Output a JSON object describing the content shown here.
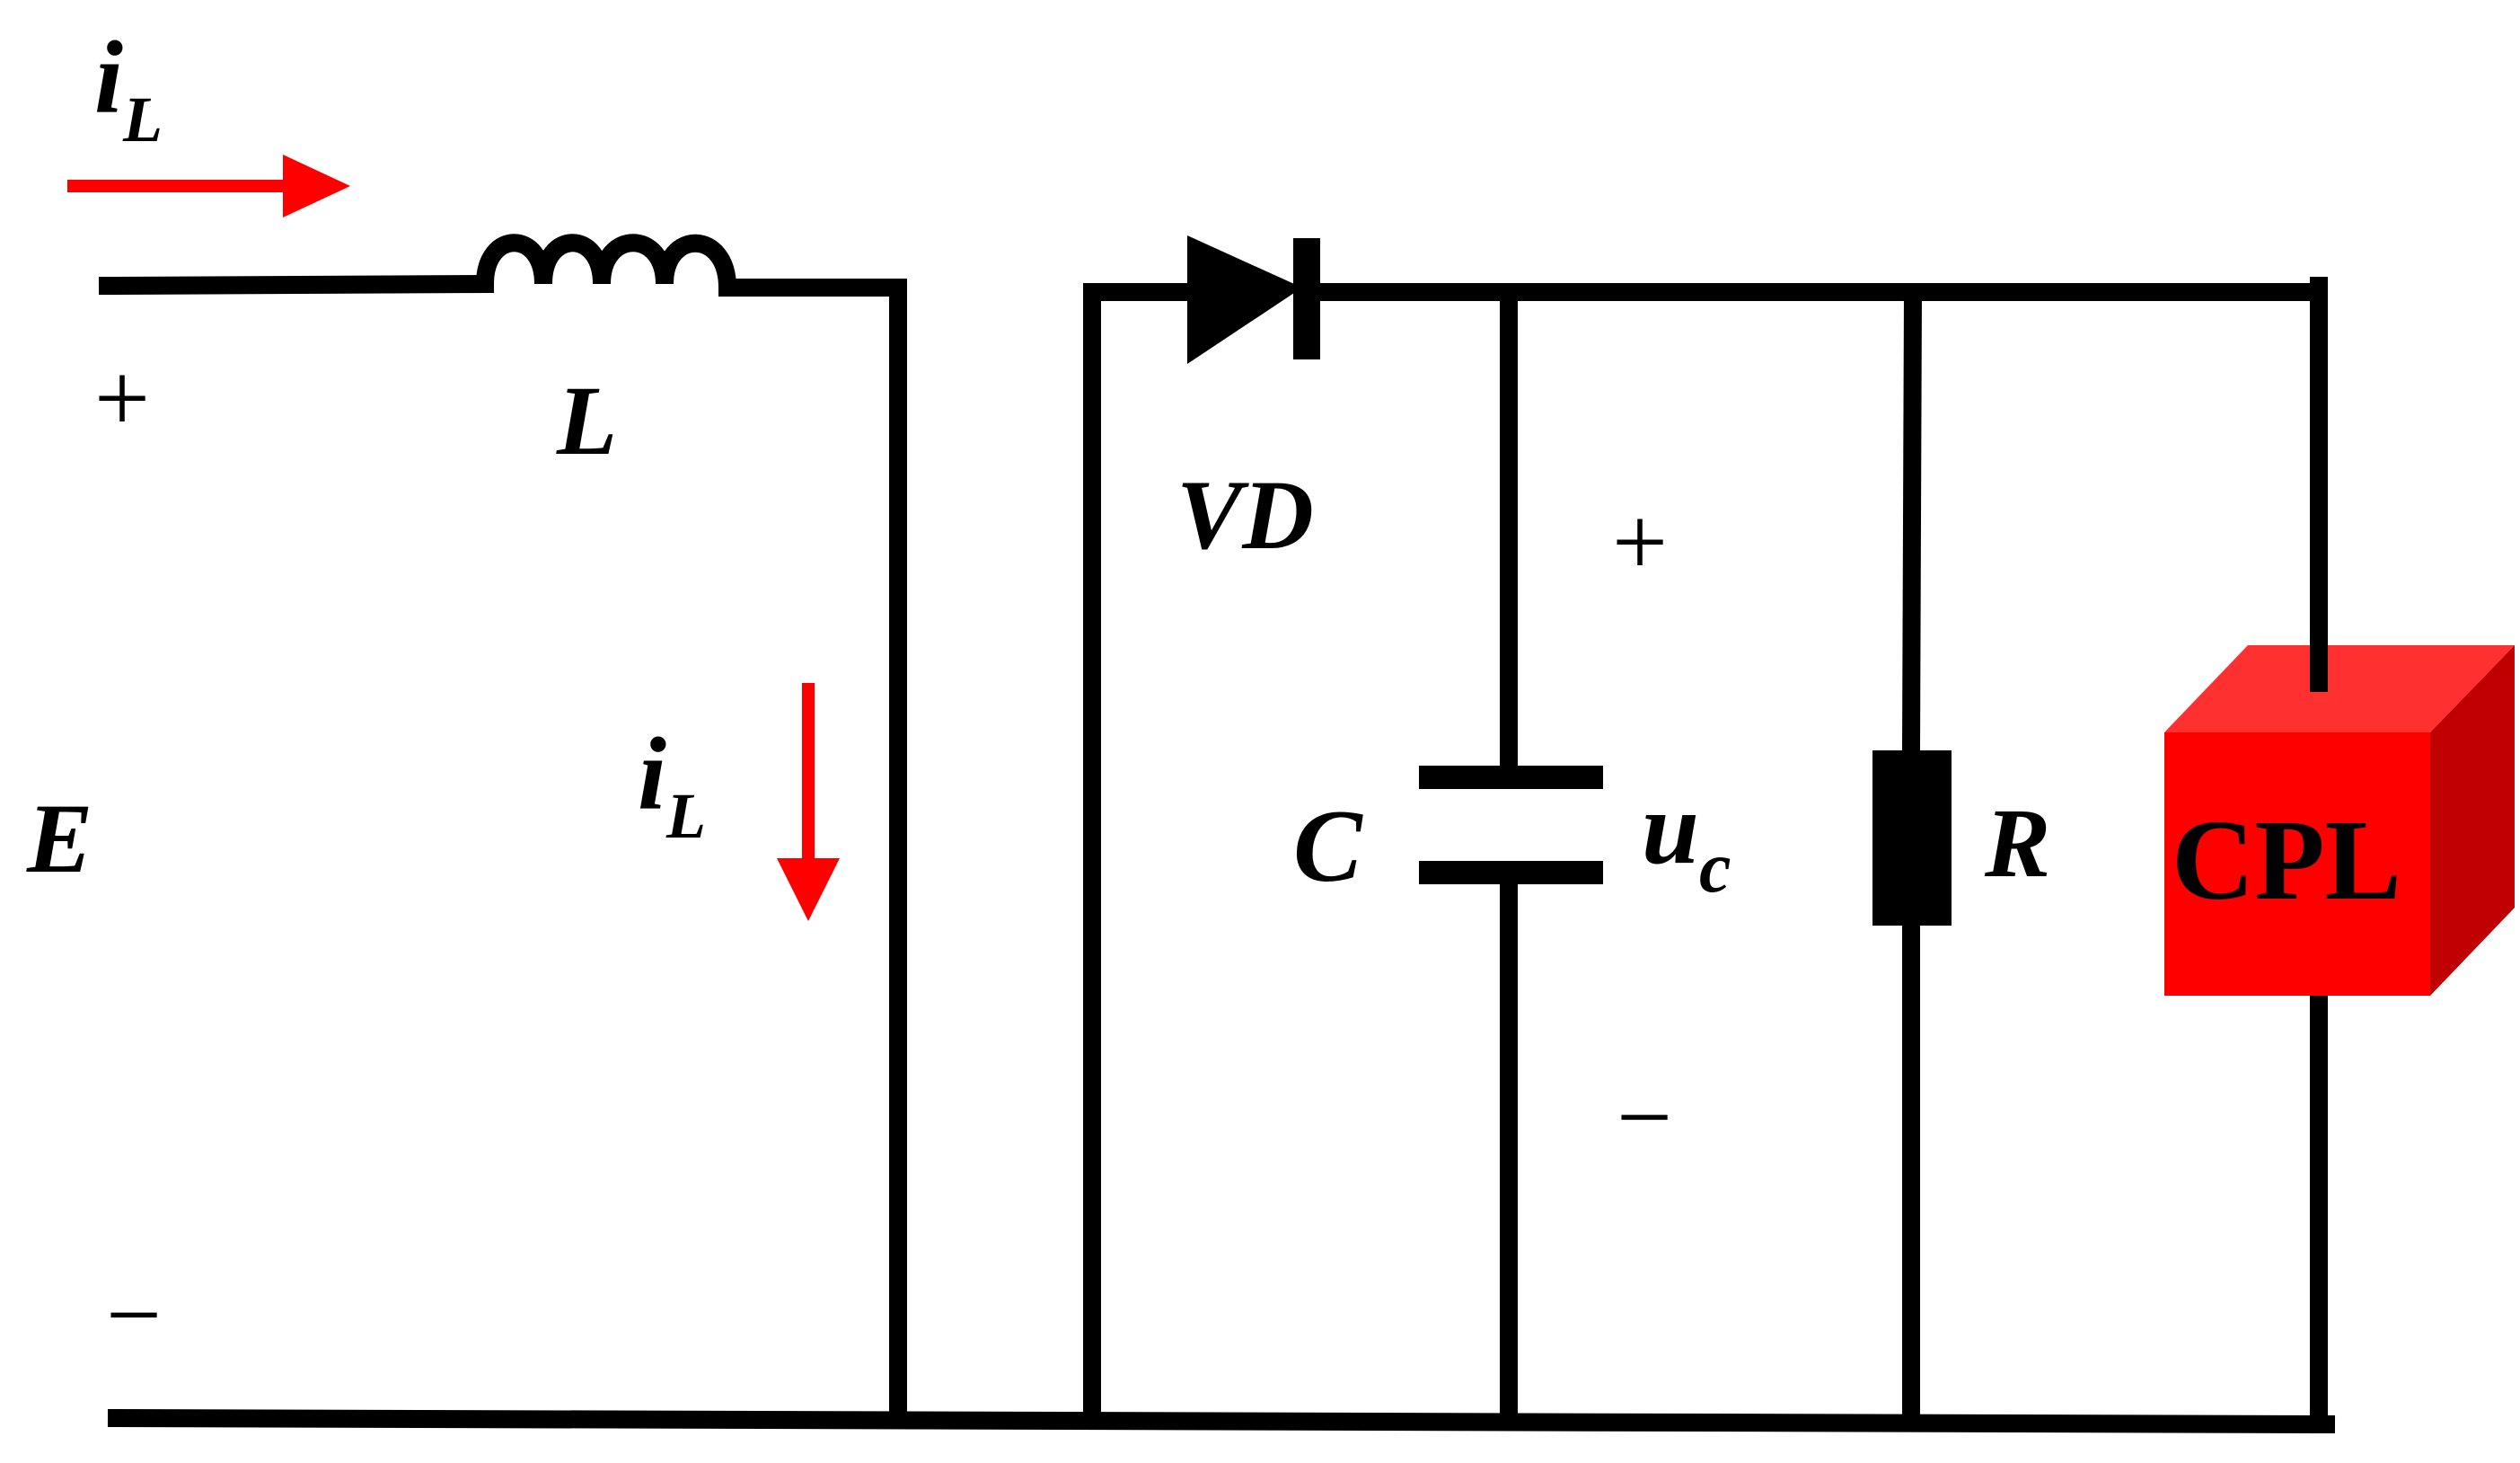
{
  "labels": {
    "source": "E",
    "inductor": "L",
    "inductor_current_top": "i",
    "inductor_current_top_sub": "L",
    "inductor_current_side": "i",
    "inductor_current_side_sub": "L",
    "diode": "VD",
    "capacitor": "C",
    "cap_voltage": "u",
    "cap_voltage_sub": "c",
    "resistor": "R",
    "load": "CPL"
  },
  "signs": {
    "source_plus": "+",
    "source_minus": "−",
    "output_plus": "+",
    "output_minus": "−"
  },
  "colors": {
    "wire": "#000000",
    "current_arrow": "#ff0000",
    "cpl_front": "#ff0000",
    "cpl_top": "#ff3030",
    "cpl_side": "#c00000"
  }
}
